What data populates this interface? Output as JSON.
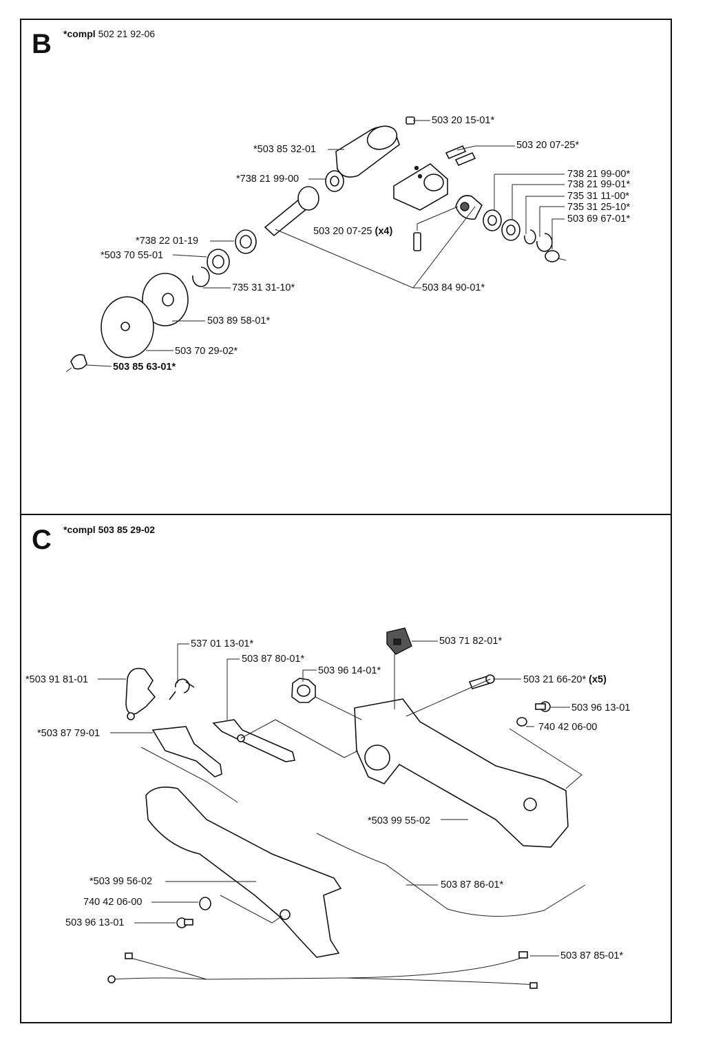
{
  "sections": {
    "B": {
      "letter": "B",
      "compl_prefix": "*compl",
      "compl_number": "502 21 92-06",
      "labels": {
        "p1": "503 20 15-01*",
        "p2": "*503 85 32-01",
        "p3": "503 20 07-25*",
        "p4": "*738 21 99-00",
        "p5": "738 21 99-00*",
        "p6": "738 21 99-01*",
        "p7": "735 31 11-00*",
        "p8": "735 31 25-10*",
        "p9": "503 69 67-01*",
        "p10": "503 20 07-25",
        "p10_qty": "(x4)",
        "p11": "*738 22 01-19",
        "p12": "*503 70 55-01",
        "p13": "735 31 31-10*",
        "p14": "503 84 90-01*",
        "p15": "503 89 58-01*",
        "p16": "503 70 29-02*",
        "p17": "503 85 63-01*"
      }
    },
    "C": {
      "letter": "C",
      "compl_prefix": "*compl",
      "compl_number": "503 85 29-02",
      "labels": {
        "q1": "503 71 82-01*",
        "q2": "537 01 13-01*",
        "q3": "503 87 80-01*",
        "q4": "*503 91 81-01",
        "q5": "503 96 14-01*",
        "q6": "503 21 66-20*",
        "q6_qty": "(x5)",
        "q7": "503 96 13-01",
        "q8": "740 42 06-00",
        "q9": "*503 87 79-01",
        "q10": "*503 99 55-02",
        "q11": "*503 99 56-02",
        "q12": "503 87 86-01*",
        "q13": "740 42 06-00",
        "q14": "503 96 13-01",
        "q15": "503 87 85-01*"
      }
    }
  }
}
